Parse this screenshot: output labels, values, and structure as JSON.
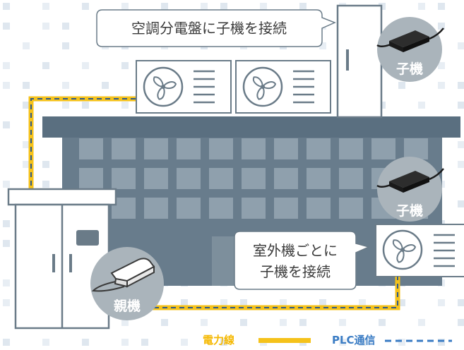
{
  "colors": {
    "power_line": "#f5c21a",
    "plc_line": "#2e5a8a",
    "legend_power_text": "#f5b800",
    "legend_plc_text": "#3a7cc4",
    "building_dark": "#687c8c",
    "badge_circle": "#aab4bb",
    "background_tiles": "#e4ebf2"
  },
  "callouts": {
    "top": "空調分電盤に子機を接続",
    "bottom_line1": "室外機ごとに",
    "bottom_line2": "子機を接続"
  },
  "badges": {
    "child_top": "子機",
    "child_right": "子機",
    "parent": "親機"
  },
  "legend": {
    "power_label": "電力線",
    "plc_label": "PLC通信"
  },
  "icons": {
    "outdoor_unit": "outdoor-ac-unit-icon",
    "child_device": "plc-adapter-icon",
    "parent_device": "plc-gateway-icon",
    "cabinet": "distribution-panel-icon"
  }
}
